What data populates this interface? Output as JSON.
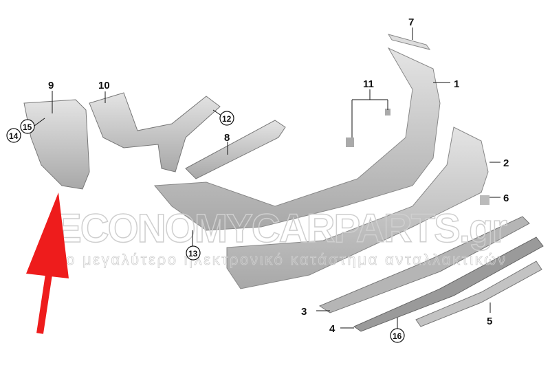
{
  "diagram": {
    "labels": [
      "1",
      "2",
      "3",
      "4",
      "5",
      "6",
      "7",
      "8",
      "9",
      "10",
      "11"
    ],
    "circled_labels": [
      "12",
      "13",
      "14",
      "15",
      "16"
    ]
  },
  "watermark": {
    "title": "ECONOMYCARPARTS.gr",
    "subtitle": "το μεγαλύτερο ηλεκτρονικό κατάστημα ανταλλακτικών"
  },
  "colors": {
    "part": "#c8c8c8",
    "part_dark": "#9a9a9a",
    "arrow": "#ee1c1c"
  }
}
